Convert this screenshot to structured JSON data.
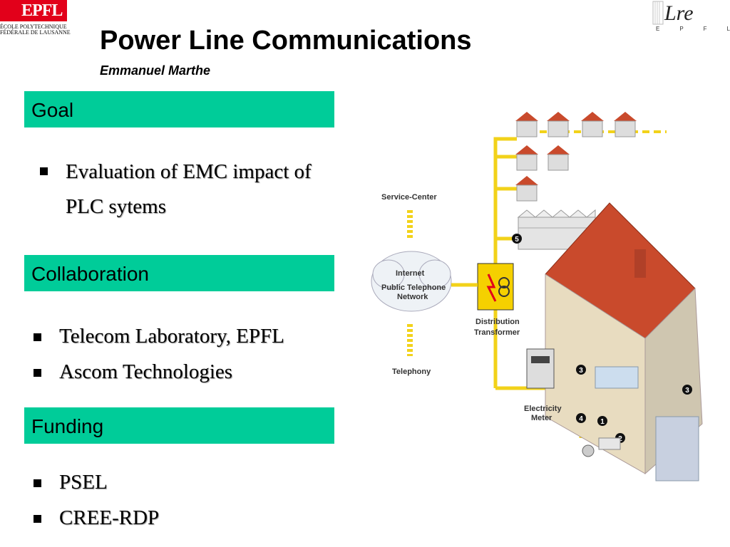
{
  "header": {
    "epfl_logo_text": "EPFL",
    "epfl_line1": "ÉCOLE POLYTECHNIQUE",
    "epfl_line2": "FÉDÉRALE DE LAUSANNE",
    "lre_logo_text": "Lre",
    "lre_letters": [
      "E",
      "P",
      "F",
      "L"
    ]
  },
  "title": "Power Line Communications",
  "subtitle": "Emmanuel Marthe",
  "sections": [
    {
      "heading": "Goal",
      "bullets": [
        "Evaluation of  EMC impact of PLC sytems"
      ]
    },
    {
      "heading": "Collaboration",
      "bullets": [
        "Telecom Laboratory, EPFL",
        "Ascom Technologies"
      ]
    },
    {
      "heading": "Funding",
      "bullets": [
        "PSEL",
        "CREE-RDP"
      ]
    }
  ],
  "diagram": {
    "service_center": "Service-Center",
    "internet": "Internet",
    "public_telephone": "Public Telephone",
    "network": "Network",
    "telephony": "Telephony",
    "distribution": "Distribution",
    "transformer": "Transformer",
    "electricity": "Electricity",
    "meter": "Meter",
    "markers": [
      "1",
      "2",
      "3",
      "3",
      "4",
      "5"
    ],
    "colors": {
      "wire": "#f2d21a",
      "roof": "#c94a2c",
      "wall": "#e8dcc0",
      "transformer": "#f5d000"
    }
  }
}
